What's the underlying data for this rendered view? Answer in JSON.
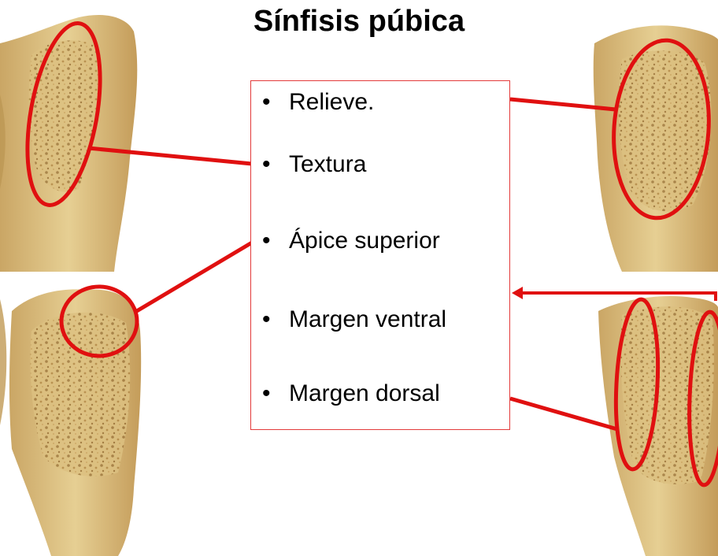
{
  "title": "Sínfisis púbica",
  "features": [
    "Relieve.",
    "Textura",
    "Ápice superior",
    "Margen ventral",
    "Margen dorsal"
  ],
  "bullet": "•",
  "colors": {
    "highlight": "#e01010",
    "bone": "#dcc080",
    "bone_shade": "#b89050",
    "bone_dark": "#8a6530",
    "box_border": "#e33a3a"
  }
}
